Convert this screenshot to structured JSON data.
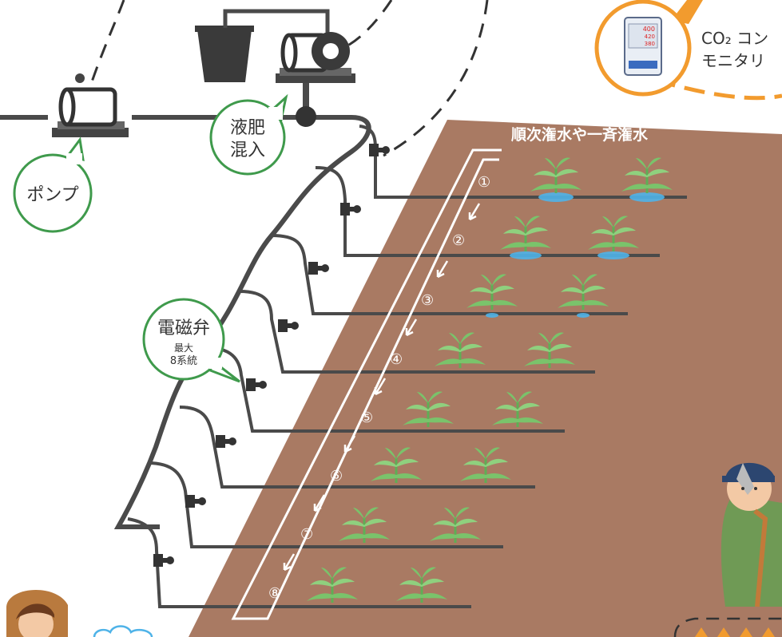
{
  "header_label": "順次潅水や一斉潅水",
  "callouts": {
    "pump": "ポンプ",
    "fertilizer_line1": "液肥",
    "fertilizer_line2": "混入",
    "valve_title": "電磁弁",
    "valve_sub1": "最大",
    "valve_sub2": "8系統",
    "co2_line1": "CO₂ コン",
    "co2_line2": "モニタリ"
  },
  "device_readouts": {
    "r1": "400",
    "r2": "420",
    "r3": "380"
  },
  "sequence_numbers": [
    "①",
    "②",
    "③",
    "④",
    "⑤",
    "⑥",
    "⑦",
    "⑧"
  ],
  "colors": {
    "soil": "#a97a63",
    "pipe": "#4a4a4a",
    "callout_green": "#3f9a4c",
    "co2_orange": "#f29b2e",
    "plant": "#7ac36b",
    "water": "#4fb3e8"
  },
  "icons": [
    "pump-icon",
    "bucket-icon",
    "injector-icon",
    "solenoid-valve-icon",
    "co2-monitor-icon",
    "plant-icon",
    "farmer-icon"
  ]
}
